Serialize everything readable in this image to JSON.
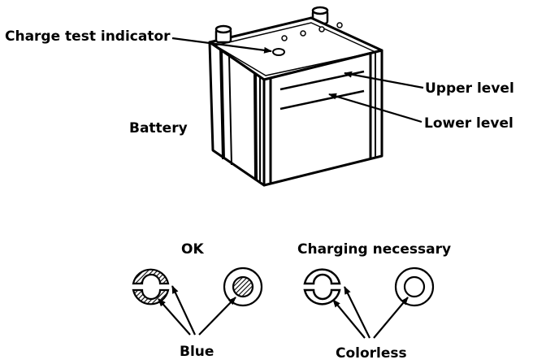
{
  "labels": {
    "charge_test_indicator": "Charge test indicator",
    "battery": "Battery",
    "upper_level": "Upper level",
    "lower_level": "Lower level",
    "ok": "OK",
    "charging_necessary": "Charging necessary",
    "blue": "Blue",
    "colorless": "Colorless"
  },
  "colors": {
    "ink": "#000000",
    "paper": "#ffffff"
  }
}
